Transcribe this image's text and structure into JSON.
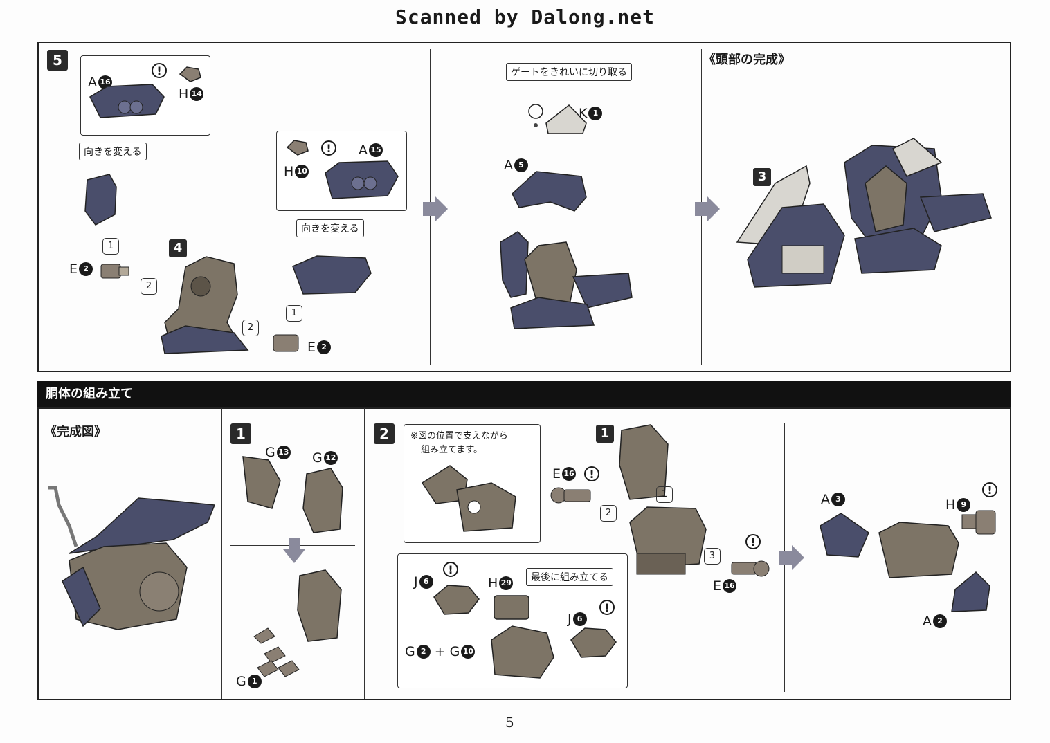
{
  "header": {
    "scan_credit": "Scanned by Dalong.net"
  },
  "head_section": {
    "step_number": "5",
    "callouts": {
      "turn_direction_1": "向きを変える",
      "turn_direction_2": "向きを変える",
      "gate_note": "ゲートをきれいに切り取る"
    },
    "parts": {
      "a16": {
        "letter": "A",
        "num": "16"
      },
      "h14": {
        "letter": "H",
        "num": "14"
      },
      "a15": {
        "letter": "A",
        "num": "15"
      },
      "h10": {
        "letter": "H",
        "num": "10"
      },
      "e2_left": {
        "letter": "E",
        "num": "2"
      },
      "e2_right": {
        "letter": "E",
        "num": "2"
      },
      "k1": {
        "letter": "K",
        "num": "1"
      },
      "a5": {
        "letter": "A",
        "num": "5"
      }
    },
    "sub_steps": {
      "s1a": "1",
      "s2a": "2",
      "s2b": "2",
      "s1b": "1"
    },
    "ref_step_4": "4",
    "ref_step_3": "3",
    "warn_symbol": "!",
    "head_complete_title": "《頭部の完成》"
  },
  "body_section": {
    "bar_title": "胴体の組み立て",
    "complete_title": "《完成図》",
    "step1": {
      "number": "1",
      "parts": {
        "g13": {
          "letter": "G",
          "num": "13"
        },
        "g12": {
          "letter": "G",
          "num": "12"
        },
        "g1": {
          "letter": "G",
          "num": "1"
        }
      }
    },
    "step2": {
      "number": "2",
      "note_line1": "※図の位置で支えながら",
      "note_line2": "組み立てます。",
      "last_assemble": "最後に組み立てる",
      "ref_step_1": "1",
      "parts": {
        "e16_top": {
          "letter": "E",
          "num": "16"
        },
        "e16_bottom": {
          "letter": "E",
          "num": "16"
        },
        "j6_left": {
          "letter": "J",
          "num": "6"
        },
        "j6_right": {
          "letter": "J",
          "num": "6"
        },
        "h29": {
          "letter": "H",
          "num": "29"
        },
        "g2": {
          "letter": "G",
          "num": "2"
        },
        "g10": {
          "letter": "G",
          "num": "10"
        },
        "plus": "+",
        "a3": {
          "letter": "A",
          "num": "3"
        },
        "h9": {
          "letter": "H",
          "num": "9"
        },
        "a2": {
          "letter": "A",
          "num": "2"
        }
      },
      "sub_steps": {
        "s1": "1",
        "s2": "2",
        "s3": "3"
      }
    }
  },
  "footer": {
    "page_number": "5"
  }
}
